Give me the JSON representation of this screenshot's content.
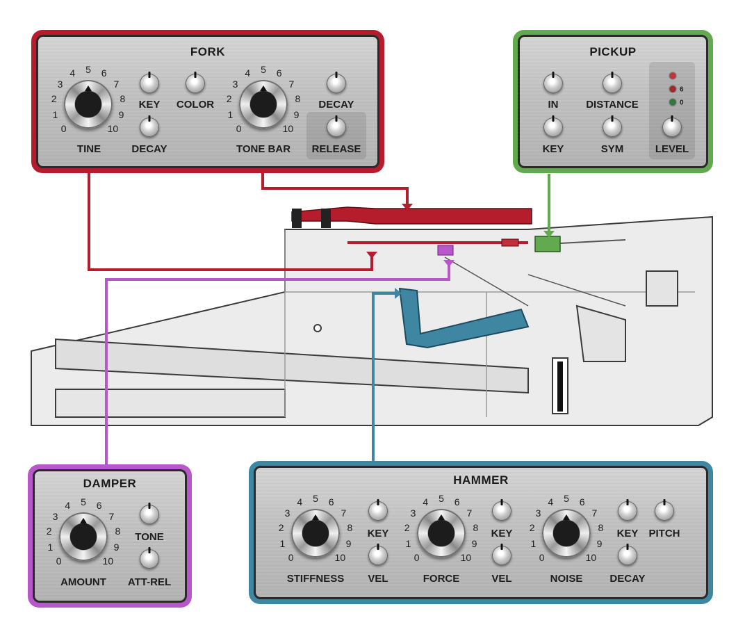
{
  "colors": {
    "fork": "#b51d2c",
    "pickup": "#63a94f",
    "damper": "#b857c9",
    "hammer": "#3f86a3"
  },
  "dial_numbers": [
    "0",
    "1",
    "2",
    "3",
    "4",
    "5",
    "6",
    "7",
    "8",
    "9",
    "10"
  ],
  "fork": {
    "title": "FORK",
    "tine_label": "TINE",
    "key_label": "KEY",
    "color_label": "COLOR",
    "decay_label": "DECAY",
    "tone_bar_label": "TONE BAR",
    "decay2_label": "DECAY",
    "release_label": "RELEASE"
  },
  "pickup": {
    "title": "PICKUP",
    "in_label": "IN",
    "distance_label": "DISTANCE",
    "key_label": "KEY",
    "sym_label": "SYM",
    "level_label": "LEVEL",
    "led_label_6": "6",
    "led_label_0": "0"
  },
  "damper": {
    "title": "DAMPER",
    "amount_label": "AMOUNT",
    "tone_label": "TONE",
    "att_rel_label": "ATT-REL"
  },
  "hammer": {
    "title": "HAMMER",
    "stiffness_label": "STIFFNESS",
    "key_label": "KEY",
    "vel_label": "VEL",
    "force_label": "FORCE",
    "key2_label": "KEY",
    "vel2_label": "VEL",
    "noise_label": "NOISE",
    "key3_label": "KEY",
    "decay_label": "DECAY",
    "pitch_label": "PITCH"
  }
}
